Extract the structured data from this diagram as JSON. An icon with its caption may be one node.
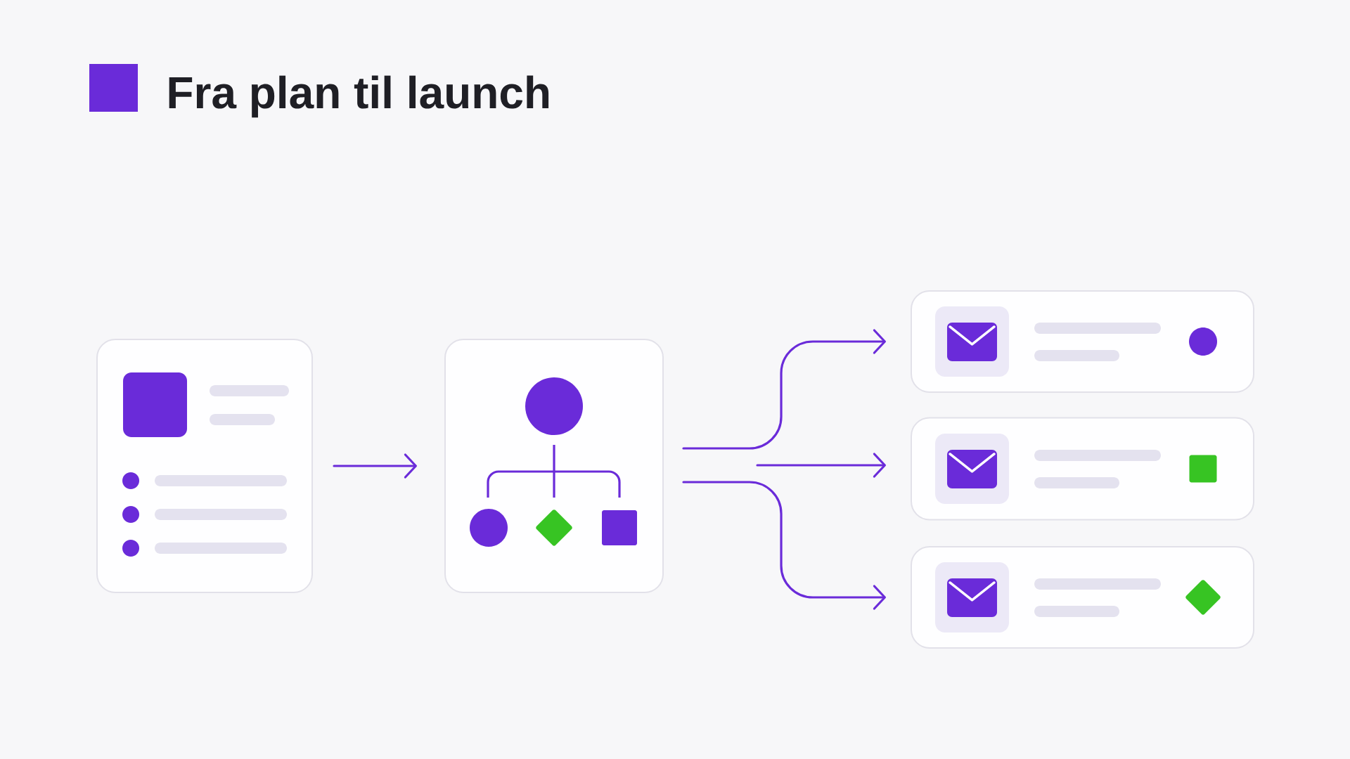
{
  "diagram": {
    "title": "Fra plan til launch",
    "nodes": [
      {
        "text": [],
        "shape": "box"
      },
      {
        "text": [],
        "shape": "box"
      },
      {
        "text": [],
        "shape": "box"
      },
      {
        "text": [],
        "shape": "box"
      },
      {
        "text": [],
        "shape": "box"
      }
    ],
    "edges": [
      {
        "from": 0,
        "to": 1,
        "arrow": "to"
      },
      {
        "from": 1,
        "to": 2,
        "arrow": "to"
      },
      {
        "from": null,
        "to": 3,
        "arrow": "to"
      },
      {
        "from": 1,
        "to": 4,
        "arrow": "to"
      }
    ]
  }
}
